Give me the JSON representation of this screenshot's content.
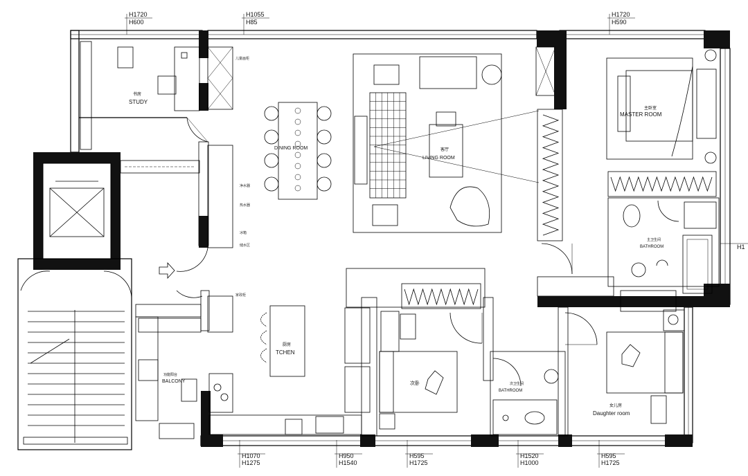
{
  "rooms": {
    "study": {
      "cn": "书房",
      "en": "STUDY"
    },
    "dining": {
      "en": "DINING ROOM"
    },
    "living": {
      "cn": "客厅",
      "en": "LIVING ROOM"
    },
    "master": {
      "cn": "主卧室",
      "en": "MASTER ROOM"
    },
    "master_bath": {
      "cn": "主卫生间",
      "en": "BATHROOM"
    },
    "kitchen": {
      "cn": "厨房",
      "en": "TCHEN"
    },
    "balcony": {
      "cn": "功能阳台",
      "en": "BALCONY"
    },
    "second": {
      "cn": "次卧"
    },
    "bath2": {
      "cn": "次卫生间",
      "en": "BATHROOM"
    },
    "daughter": {
      "cn": "女儿房",
      "en": "Daughter room"
    }
  },
  "dimensions": {
    "top": [
      {
        "a": "H1720",
        "b": "H600"
      },
      {
        "a": "H1055",
        "b": "H85"
      },
      {
        "a": "H1720",
        "b": "H590"
      }
    ],
    "bottom": [
      {
        "a": "H1070",
        "b": "H1275"
      },
      {
        "a": "H950",
        "b": "H1540"
      },
      {
        "a": "H595",
        "b": "H1725"
      },
      {
        "a": "H1520",
        "b": "H1000"
      },
      {
        "a": "H595",
        "b": "H1725"
      }
    ],
    "right_partial": "H1"
  },
  "annotations": {
    "cabinet_top": "儿童画柜",
    "water_1": "净水器",
    "water_2": "热水器",
    "water_3": "冰箱",
    "water_4": "储水区",
    "kitchen_note": "家政柜"
  }
}
